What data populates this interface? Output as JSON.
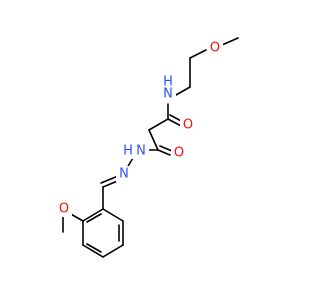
{
  "structure": {
    "colors": {
      "bond": "#000000",
      "oxygen": "#ff0d0d",
      "nitrogen": "#3050f8"
    },
    "atoms": {
      "o_ether_top": "O",
      "nh_amide": "N",
      "h_amide": "H",
      "o_amide_1": "O",
      "o_amide_2": "O",
      "nh_hydrazide": "N",
      "h_hydrazide": "H",
      "n_hydrazone": "N",
      "o_ether_ring": "O"
    }
  }
}
